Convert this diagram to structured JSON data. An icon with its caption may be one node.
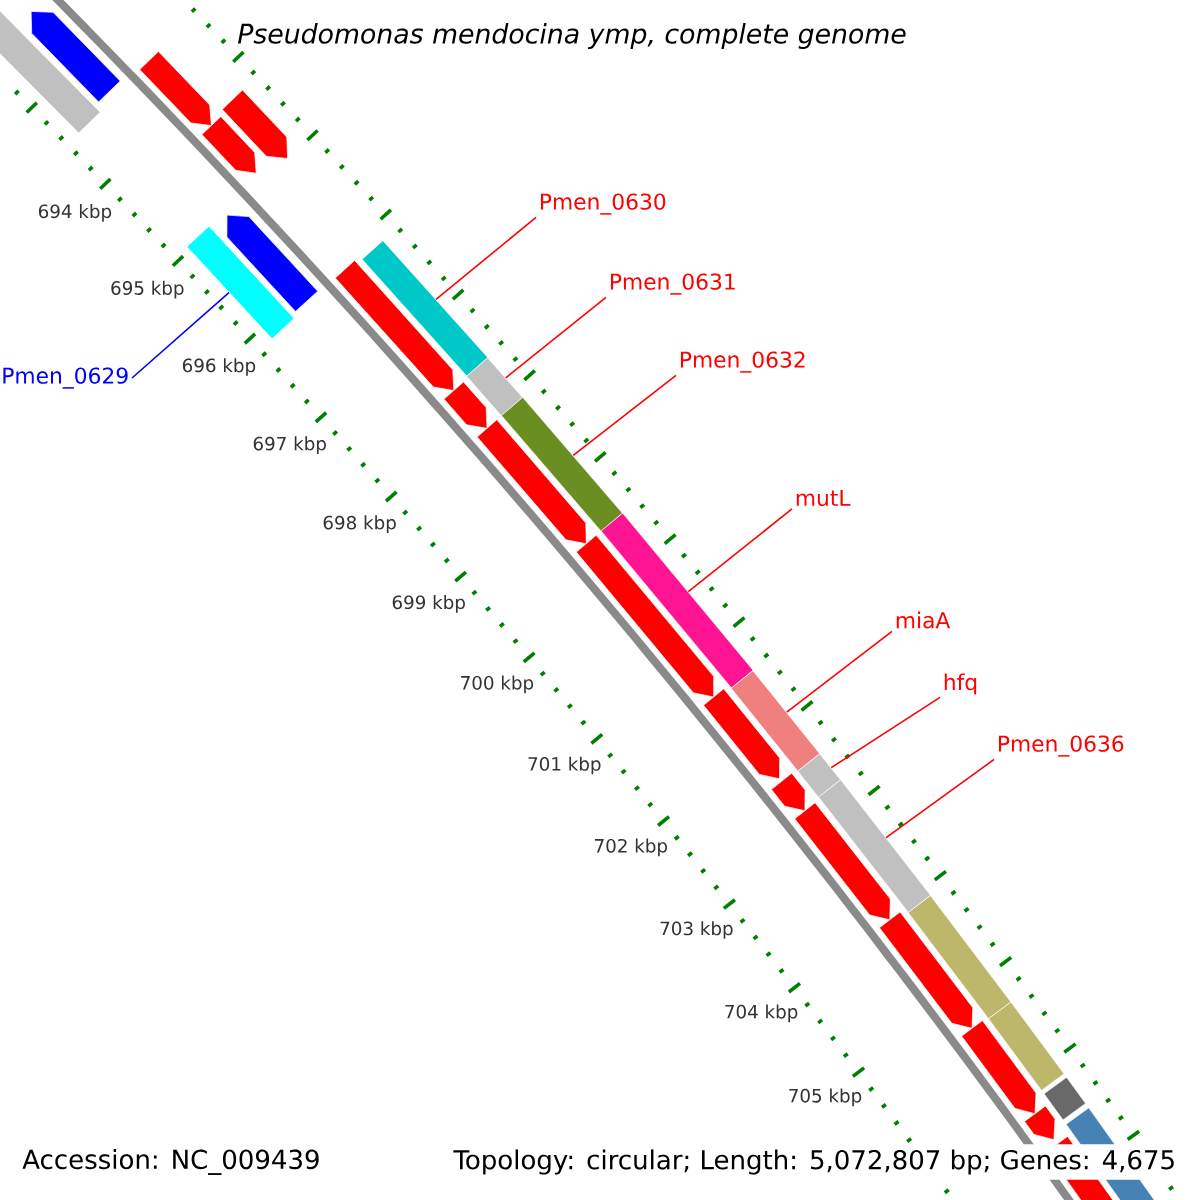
{
  "diagram": {
    "title": "Pseudomonas mendocina ymp, complete genome",
    "nodes": [
      {
        "text": [
          "Pmen_0630"
        ]
      },
      {
        "text": [
          "Pmen_0631"
        ]
      },
      {
        "text": [
          "Pmen_0632"
        ]
      },
      {
        "text": [
          "Pmen_0629"
        ]
      },
      {
        "text": [
          "mutL"
        ]
      },
      {
        "text": [
          "miaA"
        ]
      },
      {
        "text": [
          "hfq"
        ]
      },
      {
        "text": [
          "Pmen_0636"
        ]
      },
      {
        "text": [],
        "shape": "bar"
      },
      {
        "text": [],
        "shape": "bar"
      },
      {
        "text": [],
        "shape": "bar"
      },
      {
        "text": [],
        "shape": "bar"
      },
      {
        "text": [],
        "shape": "bar"
      },
      {
        "text": [],
        "shape": "bar"
      },
      {
        "text": [],
        "shape": "bar"
      },
      {
        "text": [],
        "shape": "bar"
      }
    ],
    "edges": [
      {
        "from": 0,
        "to": 9,
        "arrow": "none"
      },
      {
        "from": 1,
        "to": 10,
        "arrow": "none"
      },
      {
        "from": 2,
        "to": 11,
        "arrow": "none"
      },
      {
        "from": 3,
        "to": 8,
        "arrow": "none",
        "color": "#0000ff"
      },
      {
        "from": 4,
        "to": 12,
        "arrow": "none"
      },
      {
        "from": 5,
        "to": 13,
        "arrow": "none"
      },
      {
        "from": 6,
        "to": 14,
        "arrow": "none"
      },
      {
        "from": 7,
        "to": 15,
        "arrow": "none"
      }
    ],
    "labels": [
      "694 kbp",
      "695 kbp",
      "696 kbp",
      "697 kbp",
      "698 kbp",
      "699 kbp",
      "700 kbp",
      "701 kbp",
      "702 kbp",
      "703 kbp",
      "704 kbp",
      "705 kbp",
      "Accession: NC_009439",
      "Topology: circular; Length: 5,072,807 bp; Genes: 4,675"
    ]
  }
}
